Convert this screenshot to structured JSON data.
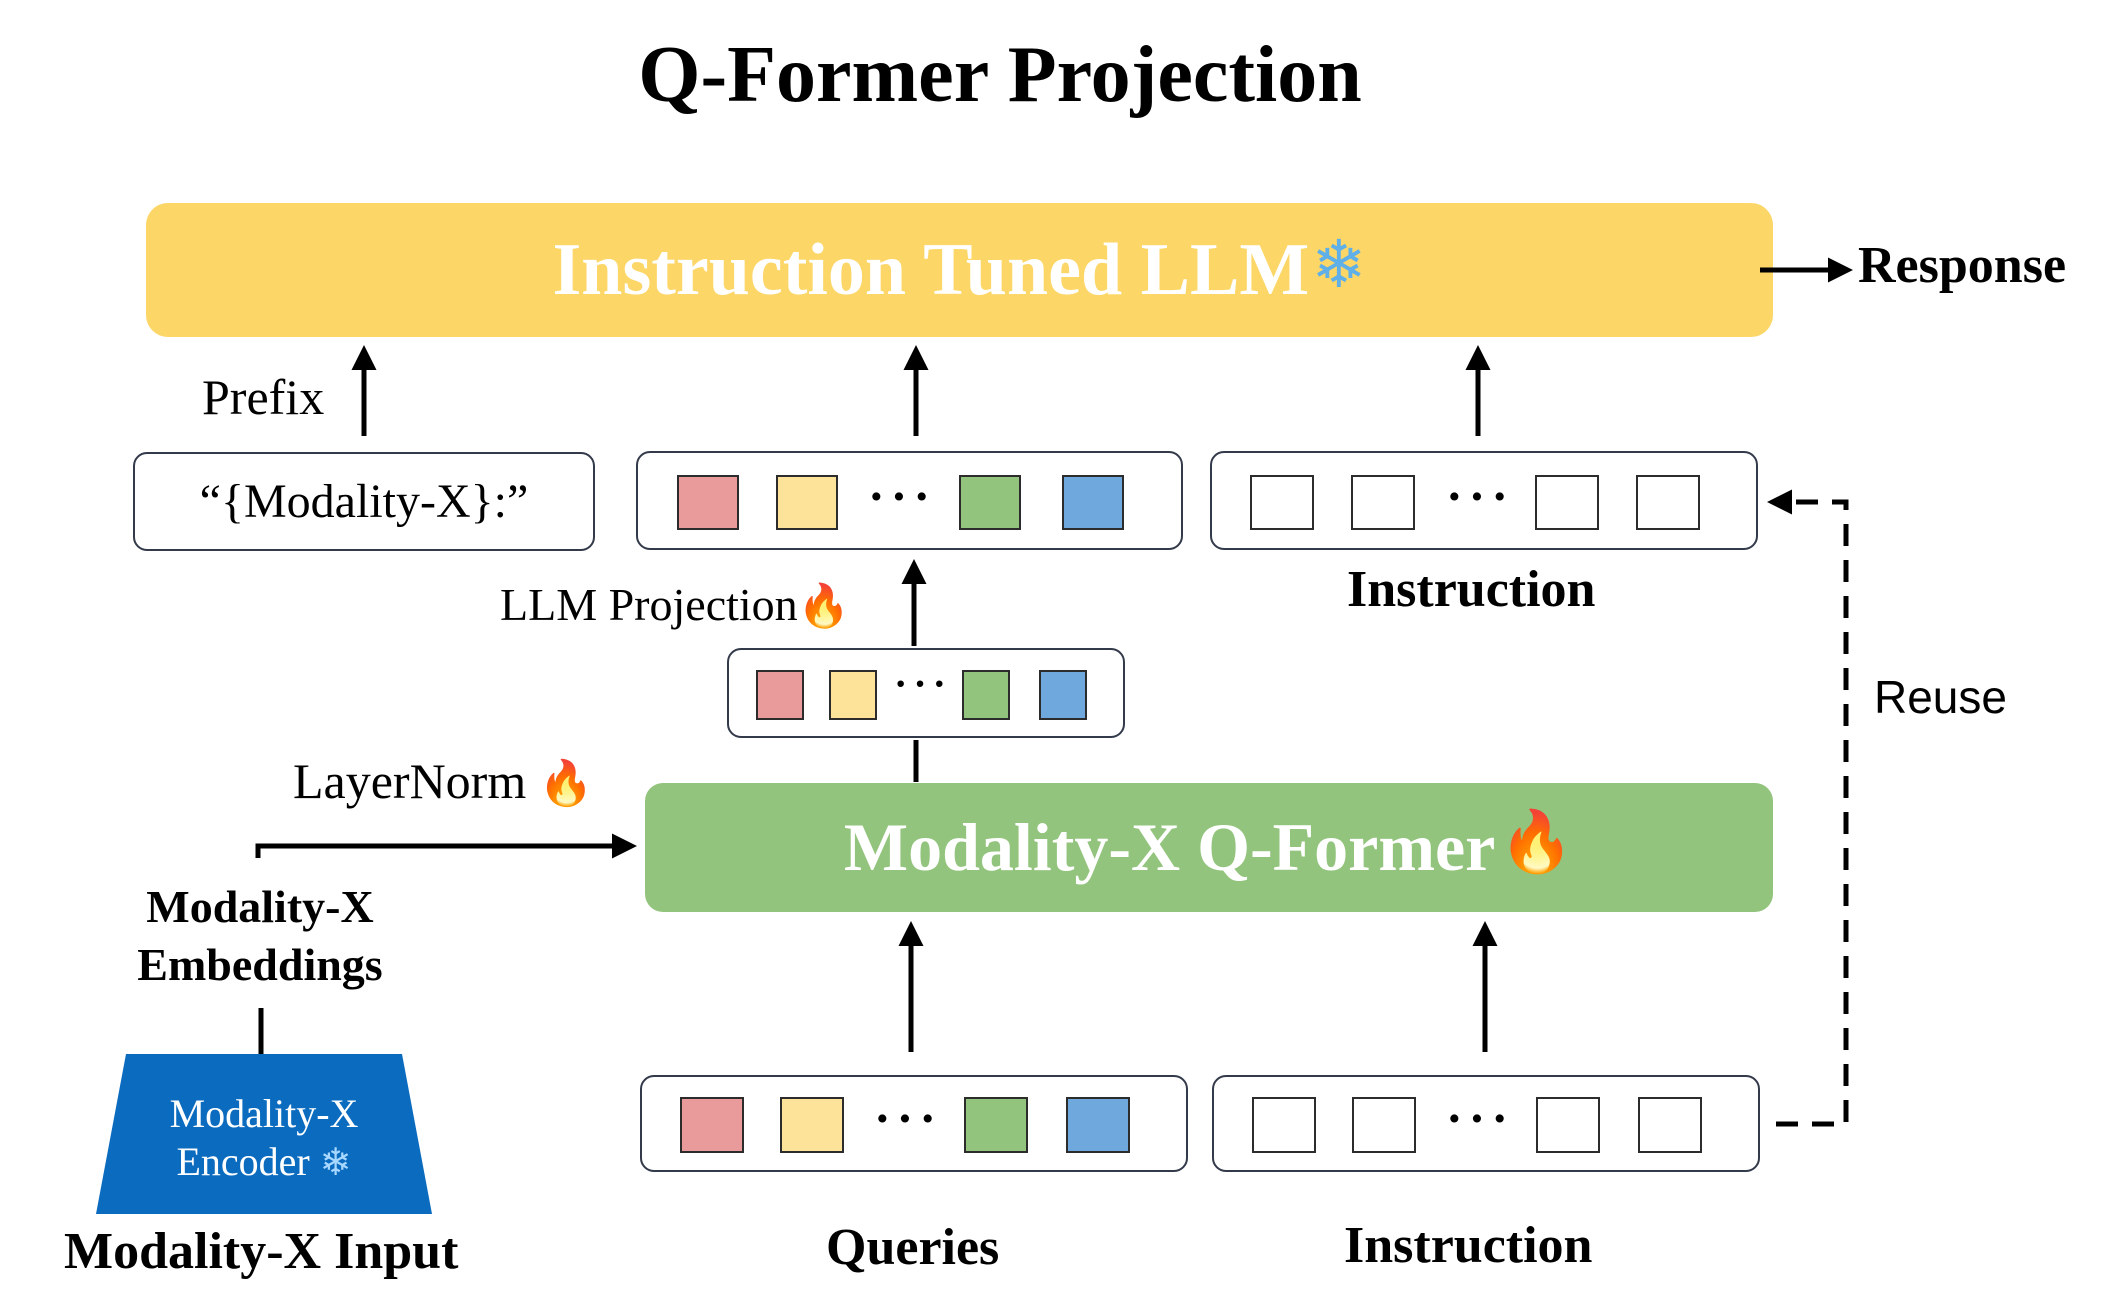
{
  "title": "Q-Former Projection",
  "llm": {
    "label": "Instruction Tuned LLM",
    "status_icon": "snowflake-icon"
  },
  "response_label": "Response",
  "prefix": {
    "arrow_label": "Prefix",
    "text": "“{Modality-X}:”"
  },
  "llm_projection": {
    "label": "LLM Projection",
    "status_icon": "flame-icon"
  },
  "layernorm": {
    "label": "LayerNorm",
    "status_icon": "flame-icon"
  },
  "qformer": {
    "label": "Modality-X Q-Former",
    "status_icon": "flame-icon"
  },
  "embeddings_label": [
    "Modality-X",
    "Embeddings"
  ],
  "encoder": {
    "label_line1": "Modality-X",
    "label_line2": "Encoder",
    "status_icon": "snowflake-icon"
  },
  "input_label": "Modality-X Input",
  "queries_label": "Queries",
  "instruction_label_top": "Instruction",
  "instruction_label_bottom": "Instruction",
  "reuse_label": "Reuse",
  "ellipsis": "···",
  "colors": {
    "llm": "#fcd667",
    "qformer": "#93c47d",
    "encoder": "#0b6bbf",
    "token_red": "#e99a9a",
    "token_yellow": "#fde39a",
    "token_green": "#93c47d",
    "token_blue": "#6fa8dc"
  }
}
